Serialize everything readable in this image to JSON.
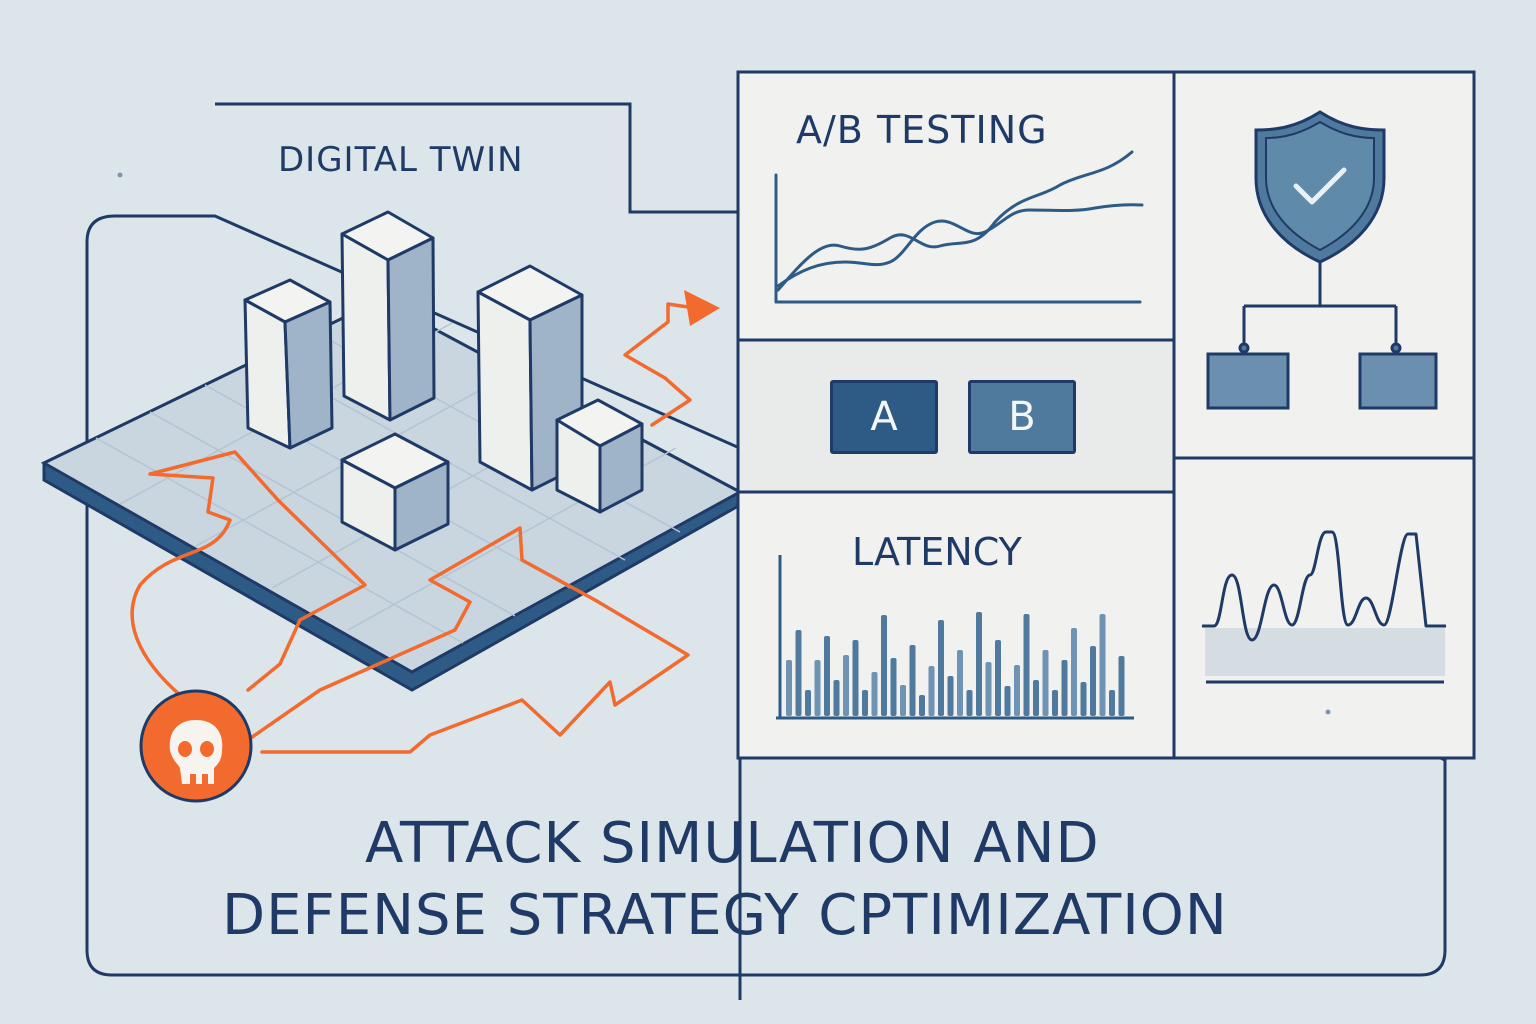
{
  "digital_twin": {
    "label": "DIGITAL TWIN"
  },
  "ab_testing": {
    "title": "A/B TESTING",
    "option_a": "A",
    "option_b": "B"
  },
  "latency": {
    "title": "LATENCY"
  },
  "main_title": {
    "line1": "ATTACK SIMULATION AND",
    "line2": "DEFENSE STRATEGY CPTIMIZATION"
  },
  "icons": {
    "attacker": "skull-icon",
    "defense": "shield-check-icon",
    "arrow": "attack-arrow-icon"
  },
  "colors": {
    "background": "#dce6ea",
    "ink": "#1f3a66",
    "accent_attack": "#f26a2e",
    "panel": "#f1f2f0",
    "steel": "#4f7a9e"
  }
}
